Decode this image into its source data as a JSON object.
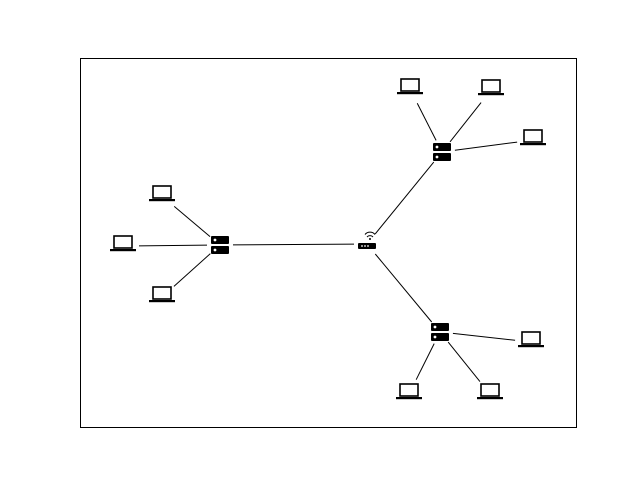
{
  "diagram": {
    "type": "network-topology",
    "nodes": [
      {
        "id": "router",
        "icon": "wifi-router-icon"
      },
      {
        "id": "server-left",
        "icon": "server-icon"
      },
      {
        "id": "server-top-right",
        "icon": "server-icon"
      },
      {
        "id": "server-bottom-right",
        "icon": "server-icon"
      },
      {
        "id": "laptop-left-top",
        "icon": "laptop-icon"
      },
      {
        "id": "laptop-left-middle",
        "icon": "laptop-icon"
      },
      {
        "id": "laptop-left-bottom",
        "icon": "laptop-icon"
      },
      {
        "id": "laptop-tr-1",
        "icon": "laptop-icon"
      },
      {
        "id": "laptop-tr-2",
        "icon": "laptop-icon"
      },
      {
        "id": "laptop-tr-3",
        "icon": "laptop-icon"
      },
      {
        "id": "laptop-br-1",
        "icon": "laptop-icon"
      },
      {
        "id": "laptop-br-2",
        "icon": "laptop-icon"
      },
      {
        "id": "laptop-br-3",
        "icon": "laptop-icon"
      }
    ],
    "edges": [
      [
        "router",
        "server-left"
      ],
      [
        "router",
        "server-top-right"
      ],
      [
        "router",
        "server-bottom-right"
      ],
      [
        "server-left",
        "laptop-left-top"
      ],
      [
        "server-left",
        "laptop-left-middle"
      ],
      [
        "server-left",
        "laptop-left-bottom"
      ],
      [
        "server-top-right",
        "laptop-tr-1"
      ],
      [
        "server-top-right",
        "laptop-tr-2"
      ],
      [
        "server-top-right",
        "laptop-tr-3"
      ],
      [
        "server-bottom-right",
        "laptop-br-1"
      ],
      [
        "server-bottom-right",
        "laptop-br-2"
      ],
      [
        "server-bottom-right",
        "laptop-br-3"
      ]
    ],
    "colors": {
      "stroke": "#000000",
      "background": "#ffffff"
    }
  }
}
